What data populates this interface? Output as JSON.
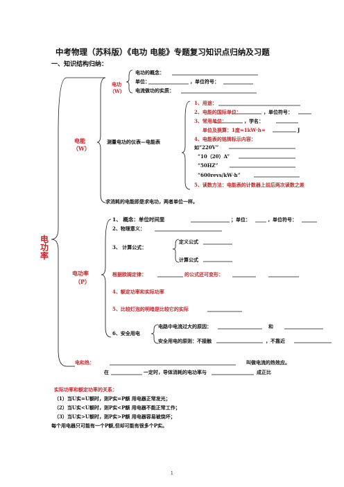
{
  "title": "中考物理（苏科版）《电功 电能》专题复习知识点归纳及习题",
  "section1": "一、知识结构归纳：",
  "root": "电功率",
  "diangong": {
    "label": "电功",
    "symbol": "（W）",
    "concept": "电功的概念：",
    "unit": "单位：",
    "unit_symbol": "，单位符号：",
    "essence": "电流做功的实质："
  },
  "dianneng": {
    "label": "电能",
    "symbol": "（W）",
    "meter": "测量电功的仪表—电能表",
    "items": [
      "1、用途：",
      "2、电能的国际单位：",
      "3、常用单位：",
      "单位及换算：1度=1kW·h=",
      "4、电能表的铭牌标示内容：",
      "如“220V”",
      "“10（20）A”",
      "“50HZ”",
      "“600revs/kW·h”",
      "5、读数方法：电能表的计数器上前后两次读数之差"
    ],
    "intl_unit_symbol": "，单位符号：",
    "common_unit_alt": "，学名：",
    "unit_J": "J",
    "consumed": "求消耗的电能即是求电功，两者单位一样。"
  },
  "dianpower": {
    "label": "电功率",
    "symbol": "（P）",
    "concept": "1、  概念：单位时间里",
    "unit": "；单位：",
    "unit_symbol": "，单位符号：",
    "meaning": "2、物理意义：",
    "formula": "3、  计算公式：",
    "def_formula": "定义公式",
    "calc_formula": "计算公式",
    "ohm": "根据欧姆定律：",
    "ohm_tail": "的公式还可变形：",
    "rated": "4、额定功率和实际功率",
    "brightness": "5、比较灯泡的明暗是比较它的实际",
    "safety": "6、安全用电",
    "overcurrent": "电路中电流过大的原因：",
    "and": "和",
    "principle": "安全用电的原则：不接触",
    "principle_tail": "，不靠近"
  },
  "heat": {
    "label": "电和热：",
    "tail": "叫做电流的热效应。",
    "line2_a": "在",
    "line2_b": "一定时，导体消耗的电功率与",
    "line2_c": "成正比"
  },
  "notes": {
    "heading": "实际功率和额定功率的关系：",
    "items": [
      "（1）当U实=U额时，则P实=P额      用电器正常发光；",
      "（2）当U实<U额时，则P实<P额      用电器不能正常工作；",
      "（3）当U实>U额时，则P实>P额      用电器容易被烧坏；"
    ],
    "summary": "每个用电器只可能有一个P额,但却可能有很多个P实。"
  },
  "page_number": "1"
}
